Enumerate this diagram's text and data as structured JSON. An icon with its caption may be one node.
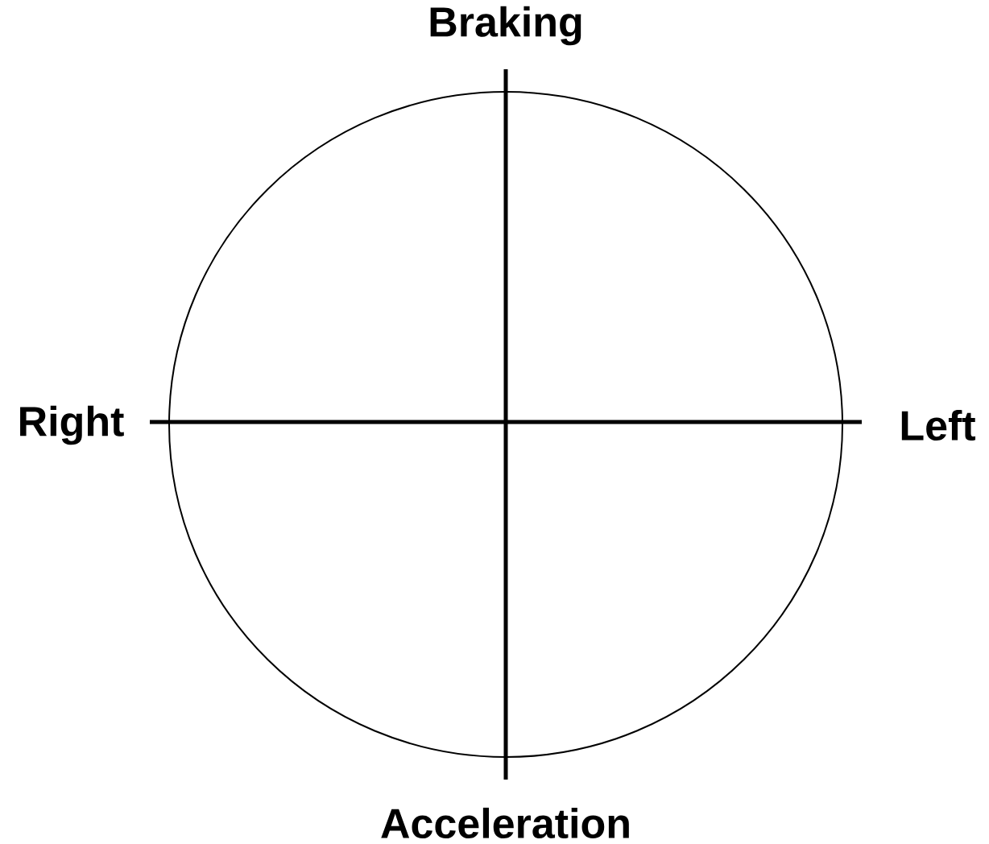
{
  "diagram": {
    "labels": [
      "Braking",
      "Right",
      "Left",
      "Acceleration"
    ]
  }
}
